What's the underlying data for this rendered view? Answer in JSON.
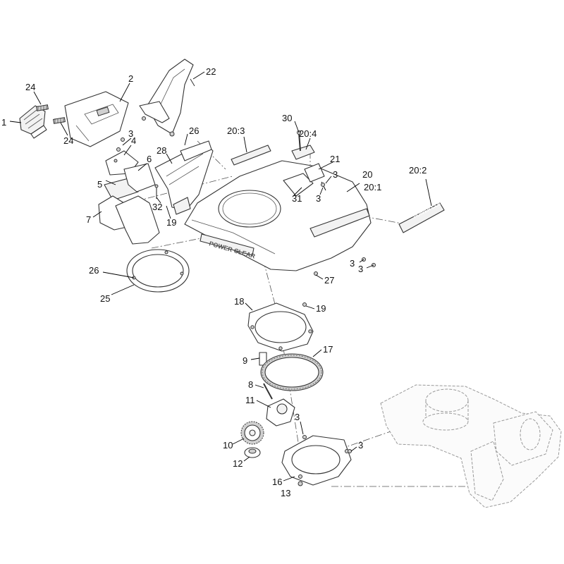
{
  "decal_text": "POWER CLEAR",
  "colors": {
    "line": "#333333",
    "ghost": "#9a9a9a",
    "background": "#ffffff"
  },
  "callouts": {
    "c1": "1",
    "c2": "2",
    "c3a": "3",
    "c3b": "3",
    "c3c": "3",
    "c3d": "3",
    "c3e": "3",
    "c3f": "3",
    "c3g": "3",
    "c4": "4",
    "c5": "5",
    "c6": "6",
    "c7": "7",
    "c8": "8",
    "c9": "9",
    "c10": "10",
    "c11": "11",
    "c12": "12",
    "c13": "13",
    "c16": "16",
    "c17": "17",
    "c18": "18",
    "c19a": "19",
    "c19b": "19",
    "c20": "20",
    "c20_1": "20:1",
    "c20_2": "20:2",
    "c20_3": "20:3",
    "c20_4": "20:4",
    "c21": "21",
    "c22": "22",
    "c24a": "24",
    "c24b": "24",
    "c25": "25",
    "c26a": "26",
    "c26b": "26",
    "c27": "27",
    "c28": "28",
    "c30": "30",
    "c31": "31",
    "c32": "32"
  }
}
